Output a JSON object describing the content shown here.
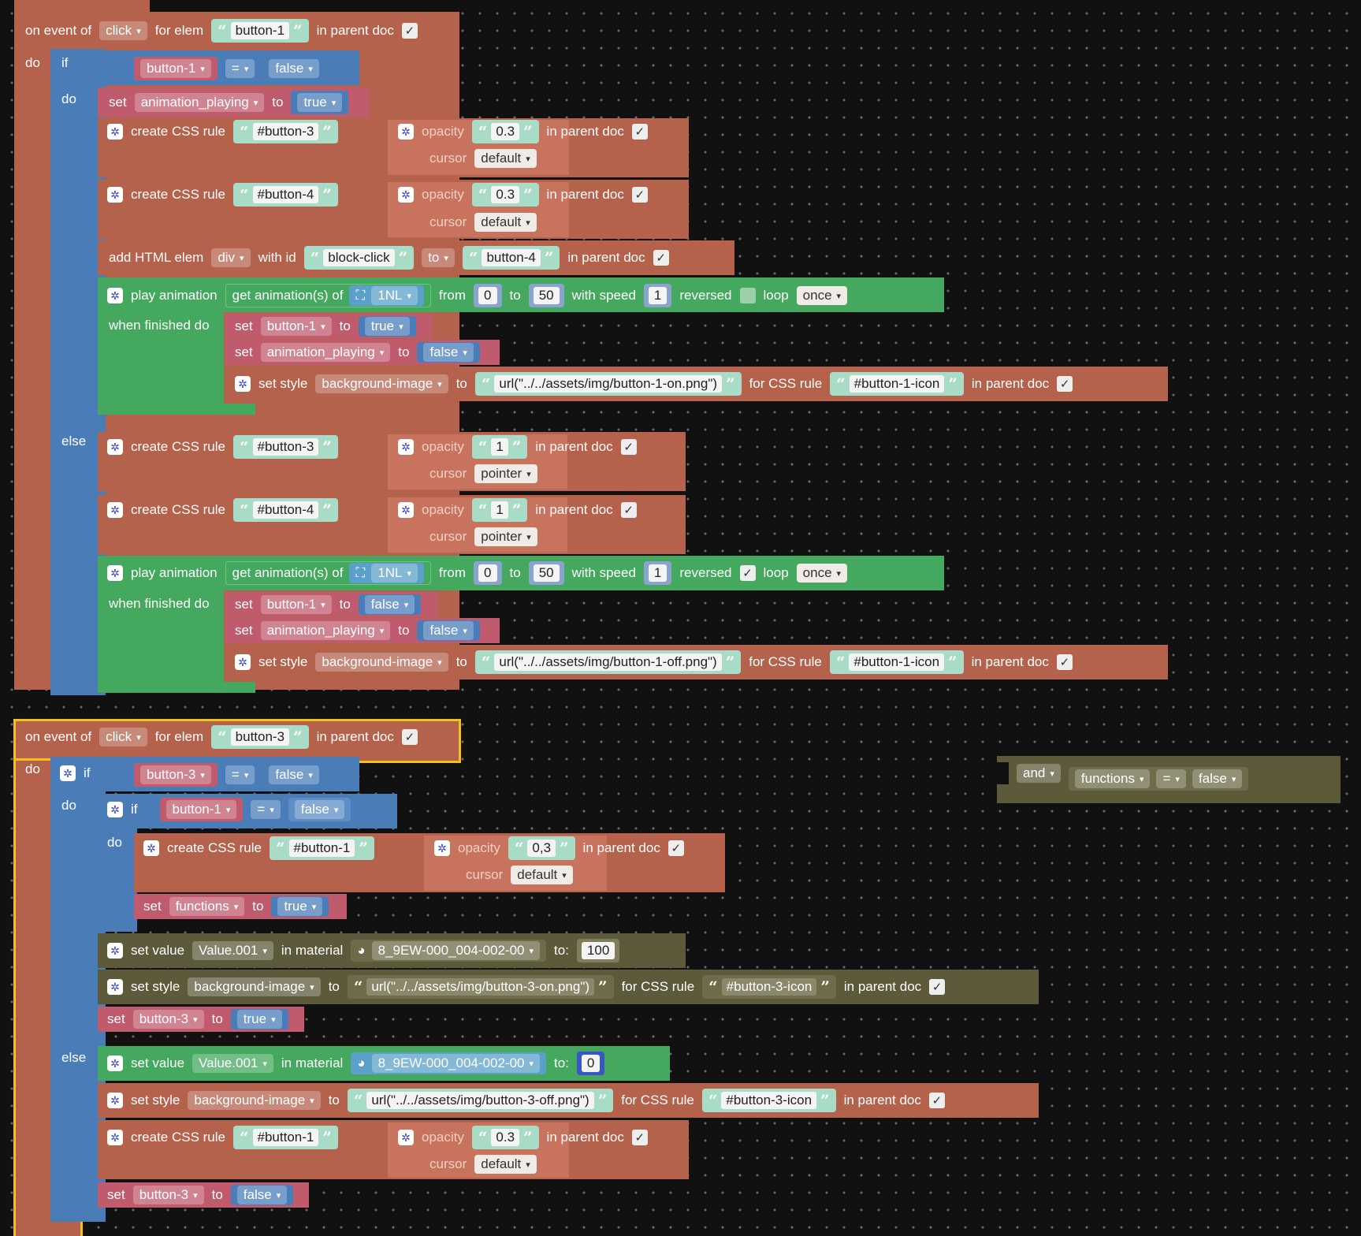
{
  "kw": {
    "on_event": "on event of",
    "for_elem": "for elem",
    "in_parent_doc": "in parent doc",
    "do": "do",
    "if": "if",
    "else": "else",
    "set": "set",
    "to": "to",
    "to_colon": "to:",
    "create_css_rule": "create CSS rule",
    "opacity": "opacity",
    "cursor": "cursor",
    "add_html_elem": "add HTML elem",
    "with_id": "with id",
    "play_animation": "play animation",
    "get_animations": "get animation(s) of",
    "from": "from",
    "with_speed": "with speed",
    "reversed": "reversed",
    "loop": "loop",
    "when_finished_do": "when finished do",
    "set_style": "set style",
    "for_css_rule": "for CSS rule",
    "set_value": "set value",
    "in_material": "in material",
    "and": "and",
    "eq": "="
  },
  "event1": {
    "event": "click",
    "elem": "button-1",
    "parent_doc_checked": true
  },
  "event2": {
    "event": "click",
    "elem": "button-3",
    "parent_doc_checked": true
  },
  "vals": {
    "button1": "button-1",
    "button3": "button-3",
    "false": "false",
    "true": "true",
    "animation_playing": "animation_playing",
    "functions": "functions",
    "sel_b3": "#button-3",
    "sel_b4": "#button-4",
    "sel_b1": "#button-1",
    "op03": "0.3",
    "op1": "1",
    "op03c": "0,3",
    "default": "default",
    "pointer": "pointer",
    "div": "div",
    "block_click": "block-click",
    "to": "to",
    "b4": "button-4",
    "obj": "1NL",
    "from0": "0",
    "to50": "50",
    "speed1": "1",
    "once": "once",
    "bg": "background-image",
    "url_b1_on": "url(\"../../assets/img/button-1-on.png\")",
    "url_b1_off": "url(\"../../assets/img/button-1-off.png\")",
    "url_b3_on": "url(\"../../assets/img/button-3-on.png\")",
    "url_b3_off": "url(\"../../assets/img/button-3-off.png\")",
    "icon_b1": "#button-1-icon",
    "icon_b3": "#button-3-icon",
    "value001": "Value.001",
    "material": "8_9EW-000_004-002-00",
    "v100": "100",
    "v0": "0"
  },
  "colors": {
    "event": "#b5624c",
    "logic": "#4a7db8",
    "variable": "#c05b6e",
    "animation": "#44a85e",
    "material": "#5c5a3a",
    "selected": "#f2c21a"
  },
  "icons": [
    "gear-icon",
    "checkbox-icon",
    "object-icon",
    "material-icon",
    "puzzle-icon"
  ]
}
